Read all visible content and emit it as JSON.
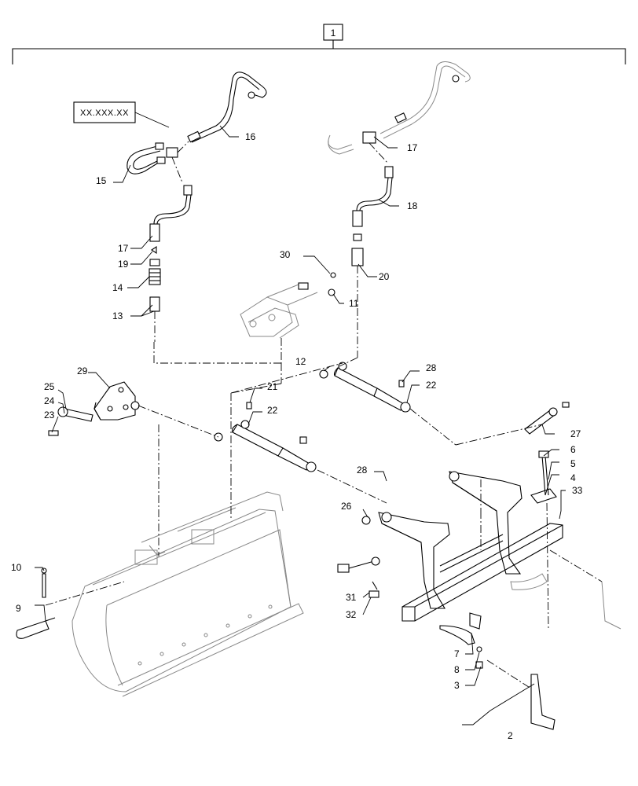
{
  "assembly": {
    "item_number": "1"
  },
  "reference_box": {
    "text": "XX.XXX.XX"
  },
  "callouts": {
    "c2": "2",
    "c3": "3",
    "c4": "4",
    "c5": "5",
    "c6": "6",
    "c7": "7",
    "c8": "8",
    "c9": "9",
    "c10": "10",
    "c11": "11",
    "c12": "12",
    "c13": "13",
    "c14": "14",
    "c15": "15",
    "c16": "16",
    "c17a": "17",
    "c17b": "17",
    "c18": "18",
    "c19": "19",
    "c20": "20",
    "c21": "21",
    "c22a": "22",
    "c22b": "22",
    "c23": "23",
    "c24": "24",
    "c25": "25",
    "c26": "26",
    "c27": "27",
    "c28a": "28",
    "c28b": "28",
    "c29": "29",
    "c30": "30",
    "c31": "31",
    "c32": "32",
    "c33": "33"
  }
}
